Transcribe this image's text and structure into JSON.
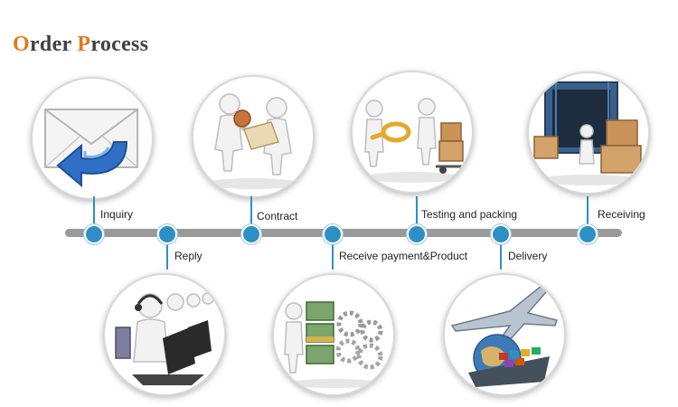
{
  "title": {
    "initial_1": "O",
    "rest_1": "rder ",
    "initial_2": "P",
    "rest_2": "rocess"
  },
  "steps": [
    {
      "label": "Inquiry",
      "icon": "envelope-reply-icon"
    },
    {
      "label": "Reply",
      "icon": "call-center-icon"
    },
    {
      "label": "Contract",
      "icon": "handshake-contract-icon"
    },
    {
      "label": "Receive payment&Product",
      "icon": "money-gears-icon"
    },
    {
      "label": "Testing and packing",
      "icon": "magnifier-boxes-icon"
    },
    {
      "label": "Delivery",
      "icon": "plane-ship-globe-icon"
    },
    {
      "label": "Receiving",
      "icon": "container-boxes-icon"
    }
  ],
  "colors": {
    "accent": "#e07a1c",
    "node": "#2e8fc6",
    "timeline": "#9a9a9a",
    "title": "#404040"
  }
}
